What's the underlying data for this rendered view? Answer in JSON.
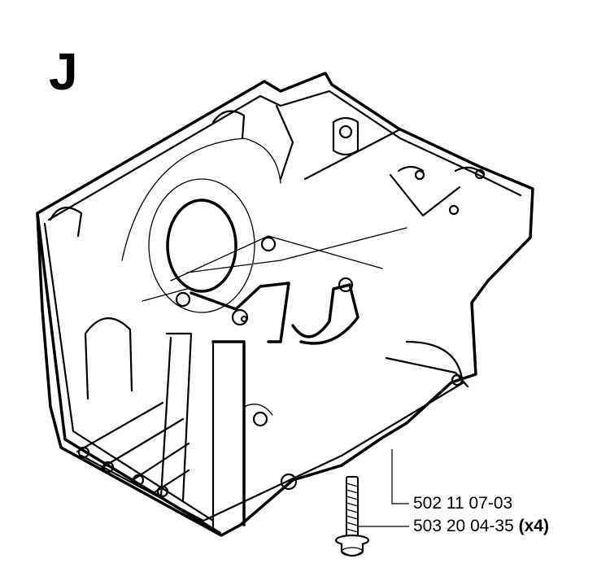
{
  "section_letter": "J",
  "parts": [
    {
      "part_number": "502 11 07-03",
      "quantity": ""
    },
    {
      "part_number": "503 20 04-35",
      "quantity": "(x4)"
    }
  ],
  "icons": [
    "crankcase-housing-drawing",
    "screw-drawing"
  ]
}
